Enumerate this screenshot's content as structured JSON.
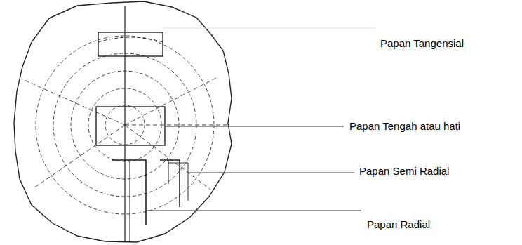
{
  "diagram": {
    "labels": [
      "Papan Tangensial",
      "Papan Tengah atau hati",
      "Papan Semi Radial",
      "Papan Radial"
    ]
  }
}
